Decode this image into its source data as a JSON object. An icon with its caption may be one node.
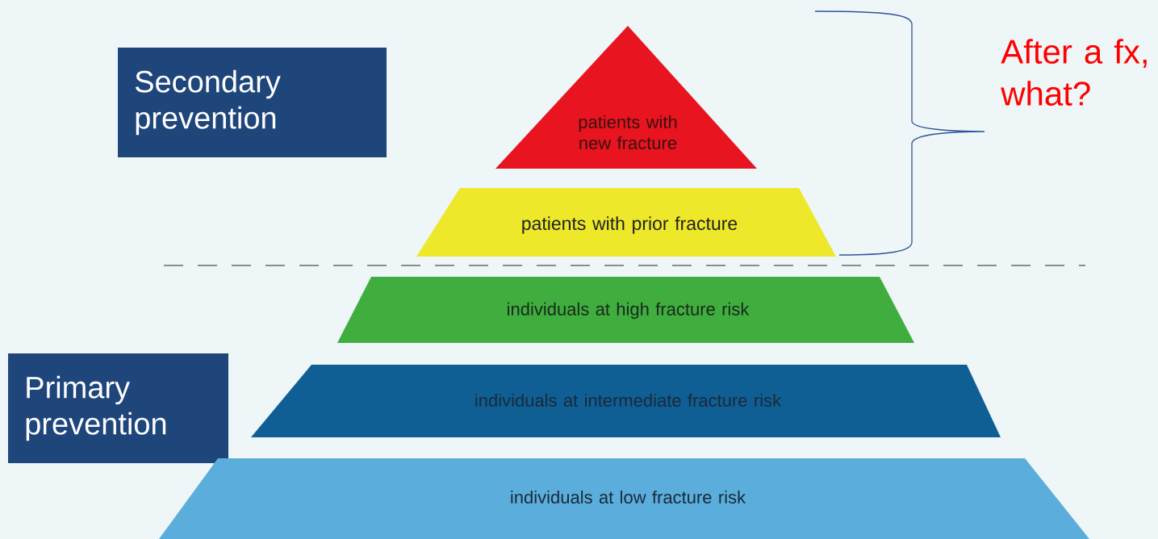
{
  "diagram": {
    "nodes": [
      {
        "text": [
          "Secondary prevention"
        ]
      },
      {
        "text": [
          "patients with new fracture"
        ]
      },
      {
        "text": [
          "patients with prior fracture"
        ]
      },
      {
        "text": [
          "individuals at high fracture risk"
        ]
      },
      {
        "text": [
          "Primary prevention"
        ]
      },
      {
        "text": [
          "individuals at intermediate fracture risk"
        ]
      },
      {
        "text": [
          "individuals at low fracture risk"
        ]
      }
    ],
    "labels": [
      "After a fx, what?"
    ]
  }
}
